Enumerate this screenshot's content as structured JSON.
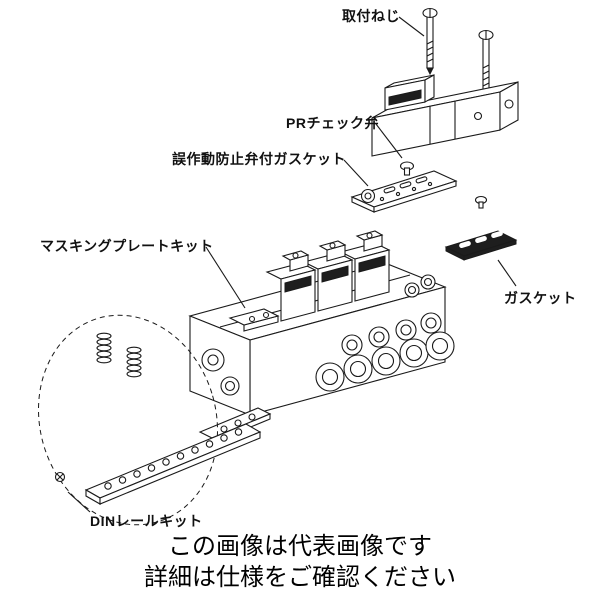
{
  "page": {
    "background": "#ffffff",
    "line_color": "#1a1a1a"
  },
  "diagram": {
    "type": "exploded-parts-diagram",
    "subject": "solenoid-valve-manifold",
    "labels": {
      "mounting_screw": "取付ねじ",
      "pr_check_valve": "PRチェック弁",
      "malfunction_prevention_gasket": "誤作動防止弁付ガスケット",
      "masking_plate_kit": "マスキングプレートキット",
      "gasket": "ガスケット",
      "din_rail_kit": "DINレールキット"
    }
  },
  "caption": {
    "line1": "この画像は代表画像です",
    "line2": "詳細は仕様をご確認ください"
  }
}
